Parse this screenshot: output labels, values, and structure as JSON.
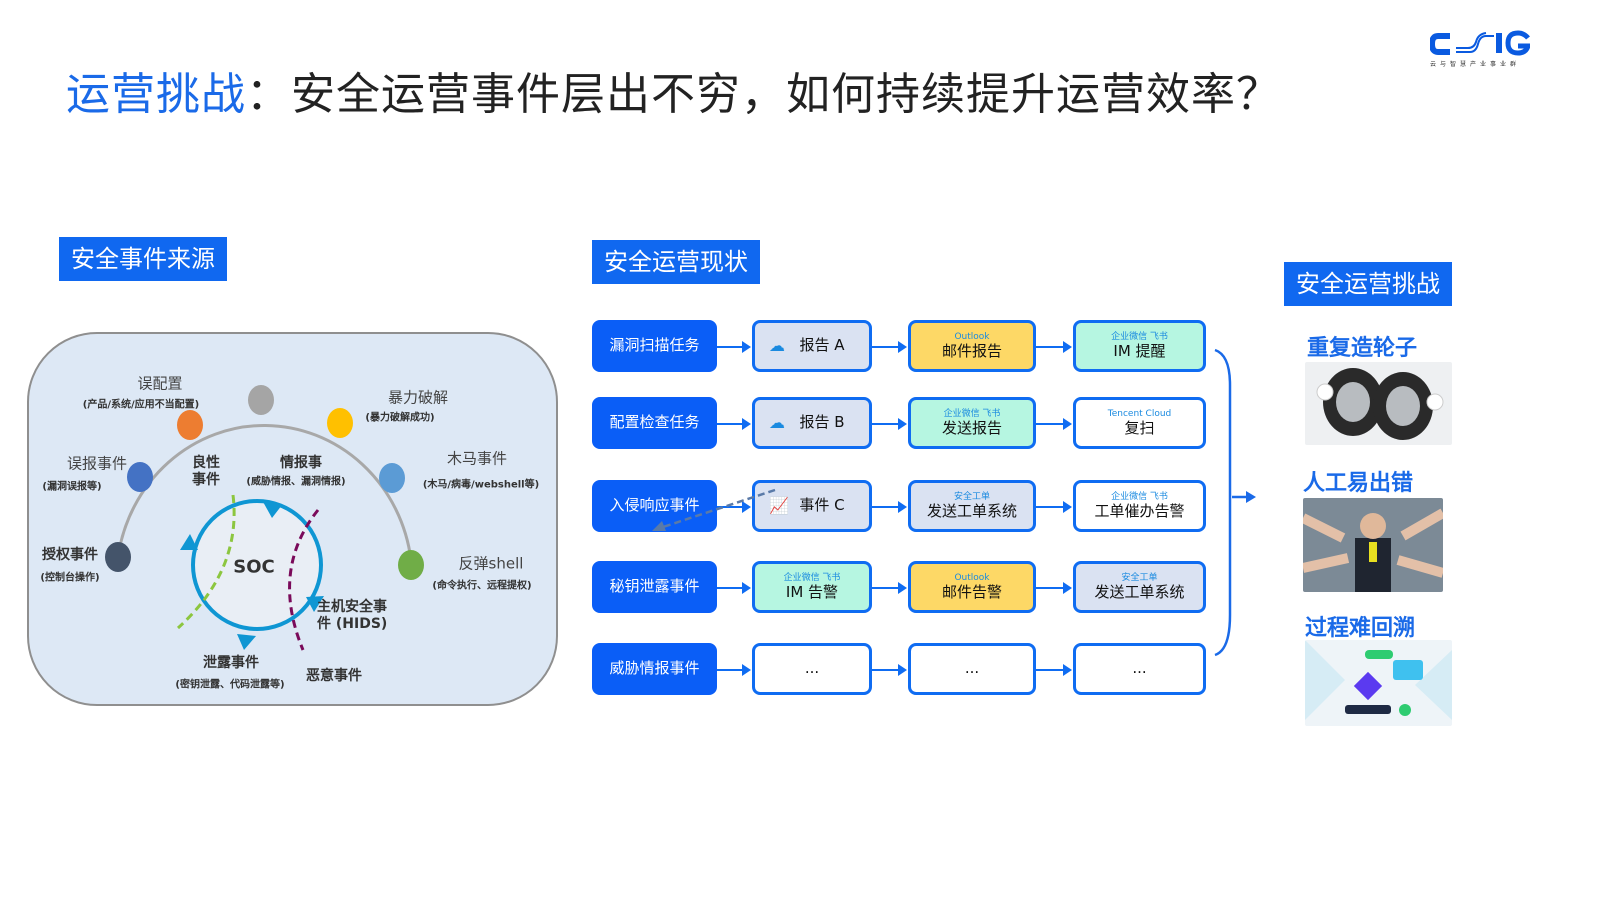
{
  "title": {
    "highlight": "运营挑战",
    "colon": "：",
    "rest": "安全运营事件层出不穷，如何持续提升运营效率？"
  },
  "logo": {
    "text": "CSIG"
  },
  "colors": {
    "accent": "#1068f0",
    "node_border": "#0f6cf2",
    "source_fill": "#0a5ef7",
    "yellow": "#fdd866",
    "mint": "#b6f6e1",
    "gray": "#dae2f2",
    "panel": "#dde8f5"
  },
  "sources": {
    "label": "安全事件来源",
    "center": "SOC",
    "items": [
      {
        "name": "误配置",
        "sub": "(产品/系统/应用不当配置)"
      },
      {
        "name": "暴力破解",
        "sub": "(暴力破解成功)"
      },
      {
        "name": "误报事件",
        "sub": "(漏洞误报等)"
      },
      {
        "name": "良性事件"
      },
      {
        "name": "情报事",
        "sub": "(威胁情报、漏洞情报)"
      },
      {
        "name": "木马事件",
        "sub": "(木马/病毒/webshell等)"
      },
      {
        "name": "授权事件",
        "sub": "(控制台操作)"
      },
      {
        "name": "反弹shell",
        "sub": "(命令执行、远程提权)"
      },
      {
        "name": "主机安全事件 (HIDS)"
      },
      {
        "name": "泄露事件",
        "sub": "(密钥泄露、代码泄露等)"
      },
      {
        "name": "恶意事件"
      }
    ]
  },
  "status": {
    "label": "安全运营现状",
    "rows": [
      {
        "source": "漏洞扫描任务",
        "steps": [
          {
            "style": "gray",
            "icon": "nsfocus-logo",
            "text": "报告 A"
          },
          {
            "style": "yellow",
            "icon": "outlook-icon",
            "tag": "Outlook",
            "text": "邮件报告"
          },
          {
            "style": "mint",
            "icon": "wecom-feishu-icon",
            "tag": "企业微信  飞书",
            "text": "IM 提醒"
          }
        ]
      },
      {
        "source": "配置检查任务",
        "steps": [
          {
            "style": "gray",
            "icon": "tencent-cloud-icon",
            "text": "报告 B"
          },
          {
            "style": "mint",
            "icon": "wecom-feishu-icon",
            "tag": "企业微信  飞书",
            "text": "发送报告"
          },
          {
            "style": "white",
            "icon": "tencent-cloud-icon",
            "tag": "Tencent Cloud",
            "text": "复扫"
          }
        ]
      },
      {
        "source": "入侵响应事件",
        "steps": [
          {
            "style": "gray",
            "icon": "monitor-chart-icon",
            "text": "事件 C"
          },
          {
            "style": "gray",
            "icon": "ticket-icon",
            "tag": "安全工单",
            "text": "发送工单系统"
          },
          {
            "style": "white",
            "icon": "wecom-feishu-icon",
            "tag": "企业微信  飞书",
            "text": "工单催办告警"
          }
        ]
      },
      {
        "source": "秘钥泄露事件",
        "steps": [
          {
            "style": "mint",
            "icon": "wecom-feishu-icon",
            "tag": "企业微信  飞书",
            "text": "IM 告警"
          },
          {
            "style": "yellow",
            "icon": "outlook-icon",
            "tag": "Outlook",
            "text": "邮件告警"
          },
          {
            "style": "gray",
            "icon": "ticket-icon",
            "tag": "安全工单",
            "text": "发送工单系统"
          }
        ]
      },
      {
        "source": "威胁情报事件",
        "steps": [
          {
            "style": "white",
            "text": "..."
          },
          {
            "style": "white",
            "text": "..."
          },
          {
            "style": "white",
            "text": "..."
          }
        ]
      }
    ]
  },
  "challenges": {
    "label": "安全运营挑战",
    "items": [
      {
        "title": "重复造轮子",
        "image": "tires-illustration"
      },
      {
        "title": "人工易出错",
        "image": "pointing-fingers-photo"
      },
      {
        "title": "过程难回溯",
        "image": "flowchart-illustration"
      }
    ]
  }
}
